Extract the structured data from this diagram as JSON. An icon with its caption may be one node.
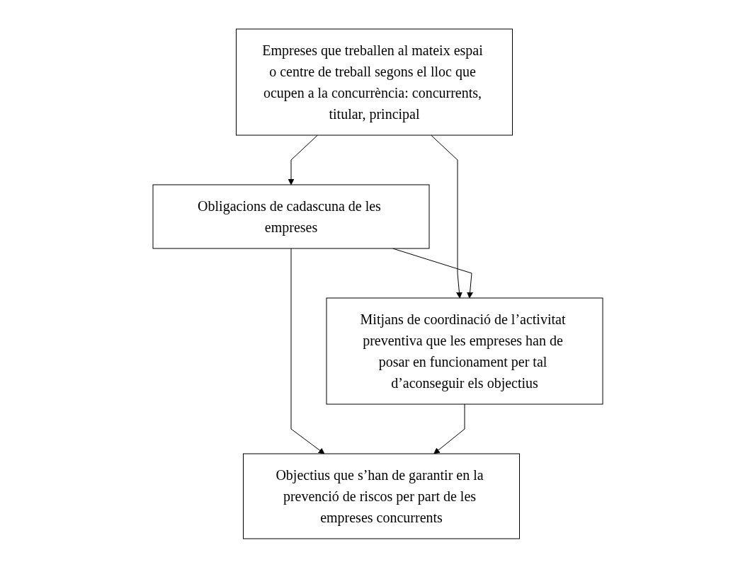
{
  "diagram": {
    "nodes": [
      {
        "text": [
          "Empreses que treballen al mateix espai o centre de treball segons el lloc que ocupen a la concurrència: concurrents, titular, principal"
        ]
      },
      {
        "text": [
          "Obligacions de cadascuna de les empreses"
        ]
      },
      {
        "text": [
          "Mitjans de coordinació de l’activitat preventiva que les empreses han de posar en funcionament per tal d’aconseguir els objectius"
        ]
      },
      {
        "text": [
          "Objectius que s’han de garantir en la prevenció de riscos per part de les empreses concurrents"
        ]
      }
    ],
    "edges": [
      {
        "from": 0,
        "to": 1,
        "arrow": "to"
      },
      {
        "from": 0,
        "to": 2,
        "arrow": "to"
      },
      {
        "from": 1,
        "to": 2,
        "arrow": "to"
      },
      {
        "from": 1,
        "to": 3,
        "arrow": "to"
      },
      {
        "from": 2,
        "to": 3,
        "arrow": "to"
      }
    ]
  }
}
